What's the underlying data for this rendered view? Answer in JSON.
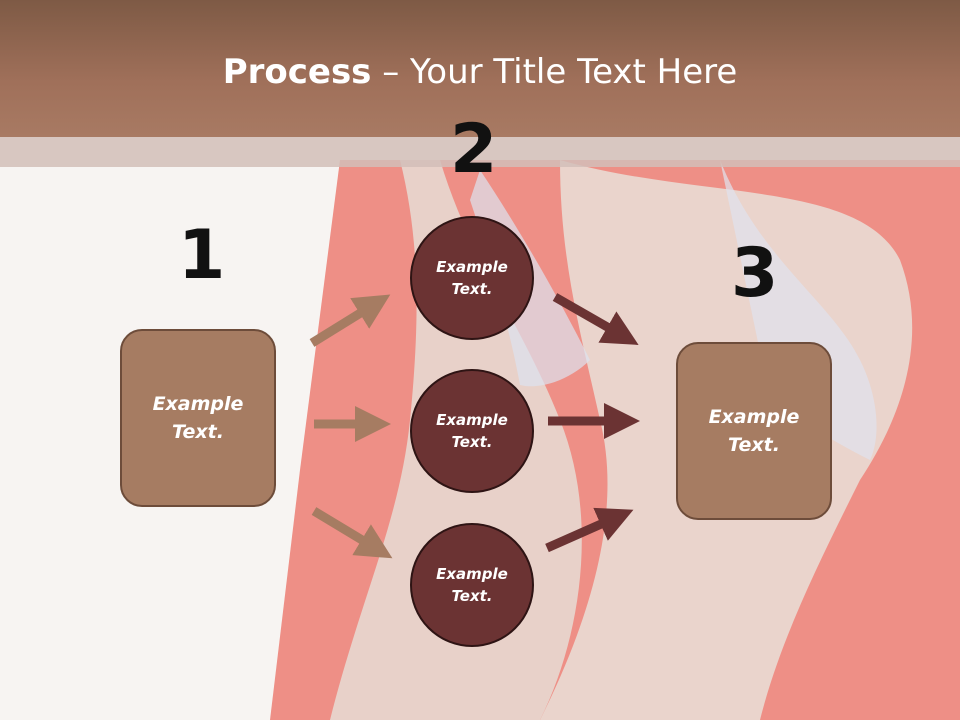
{
  "title": {
    "bold": "Process",
    "rest": " – Your Title Text Here"
  },
  "steps": [
    {
      "number": "1",
      "text": "Example\nText."
    },
    {
      "number": "2",
      "text": ""
    },
    {
      "number": "3",
      "text": "Example\nText."
    }
  ],
  "circles": [
    {
      "text": "Example\nText."
    },
    {
      "text": "Example\nText."
    },
    {
      "text": "Example\nText."
    }
  ],
  "colors": {
    "box_fill": "#a67c62",
    "circle_fill": "#6b3333",
    "arrow_light": "#a67c62",
    "arrow_dark": "#6b3333",
    "title_band": "#a0705a"
  }
}
